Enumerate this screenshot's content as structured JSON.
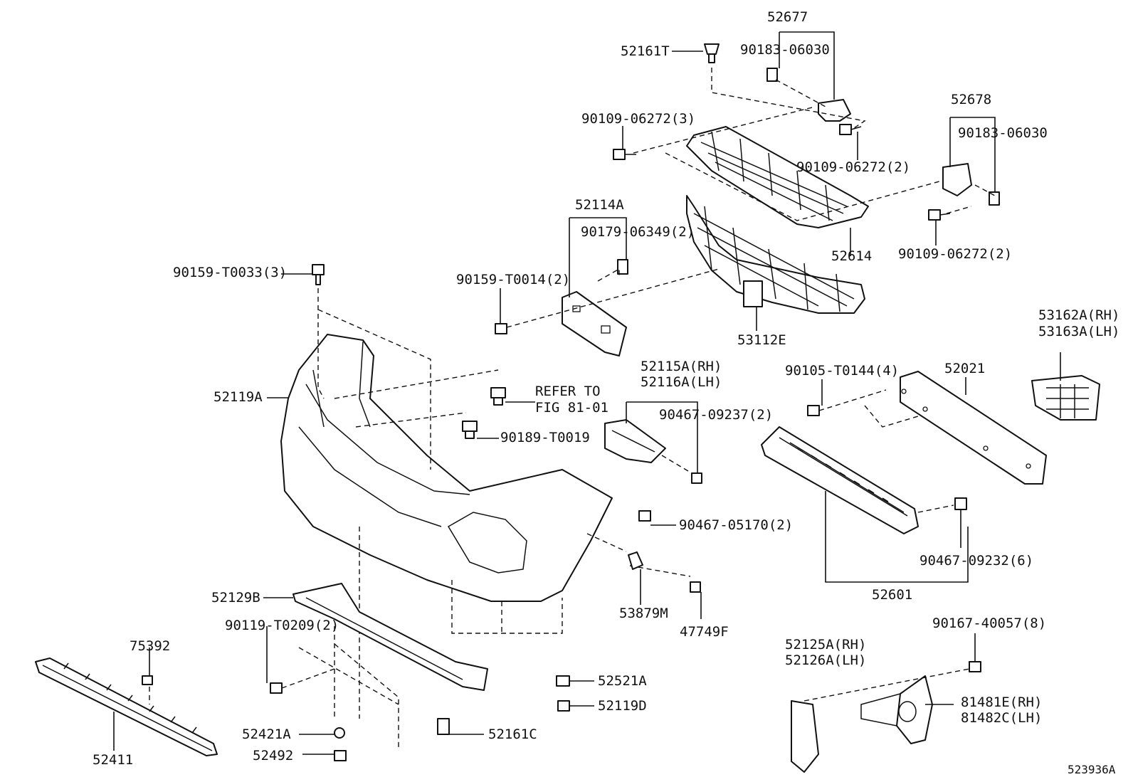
{
  "diagram": {
    "figure_id": "523936A",
    "labels": {
      "p52677": "52677",
      "p52161T": "52161T",
      "p90183a": "90183-06030",
      "p90109a": "90109-06272(3)",
      "p90109b": "90109-06272(2)",
      "p52678": "52678",
      "p90183b": "90183-06030",
      "p52614": "52614",
      "p90109c": "90109-06272(2)",
      "p52114A": "52114A",
      "p90179": "90179-06349(2)",
      "p90159b": "90159-T0014(2)",
      "p90159a": "90159-T0033(3)",
      "p53112E": "53112E",
      "p53162A": "53162A(RH)",
      "p53163A": "53163A(LH)",
      "p52119A": "52119A",
      "refer_line1": "REFER TO",
      "refer_line2": "FIG 81-01",
      "p90189": "90189-T0019",
      "p52115A": "52115A(RH)",
      "p52116A": "52116A(LH)",
      "p90467a": "90467-09237(2)",
      "p90105": "90105-T0144(4)",
      "p52021": "52021",
      "p90467b": "90467-05170(2)",
      "p90467c": "90467-09232(6)",
      "p52601": "52601",
      "p52129B": "52129B",
      "p90119": "90119-T0209(2)",
      "p53879M": "53879M",
      "p47749F": "47749F",
      "p90167": "90167-40057(8)",
      "p75392": "75392",
      "p52125A": "52125A(RH)",
      "p52126A": "52126A(LH)",
      "p52521A": "52521A",
      "p52119D": "52119D",
      "p81481E": "81481E(RH)",
      "p81482C": "81482C(LH)",
      "p52421A": "52421A",
      "p52161C": "52161C",
      "p52411": "52411",
      "p52492": "52492"
    }
  }
}
